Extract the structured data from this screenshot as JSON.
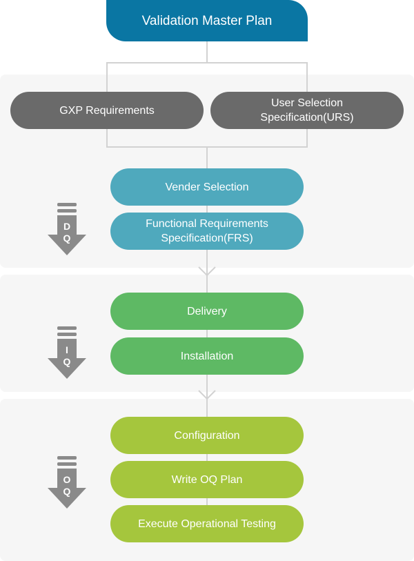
{
  "title": "Validation Master Plan",
  "requirements": [
    "GXP Requirements",
    "User Selection\nSpecification(URS)"
  ],
  "dq": {
    "letters": [
      "D",
      "Q"
    ],
    "steps": [
      "Vender Selection",
      "Functional Requirements\nSpecification(FRS)"
    ]
  },
  "iq": {
    "letters": [
      "I",
      "Q"
    ],
    "steps": [
      "Delivery",
      "Installation"
    ]
  },
  "oq": {
    "letters": [
      "O",
      "Q"
    ],
    "steps": [
      "Configuration",
      "Write OQ Plan",
      "Execute Operational Testing"
    ]
  },
  "colors": {
    "title": "#0a76a3",
    "requirements": "#6a6a6a",
    "dq": "#4fa9bd",
    "iq": "#5eb964",
    "oq": "#a5c63d",
    "stage_arrow": "#8a8a8a",
    "connector": "#d2d2d2"
  }
}
